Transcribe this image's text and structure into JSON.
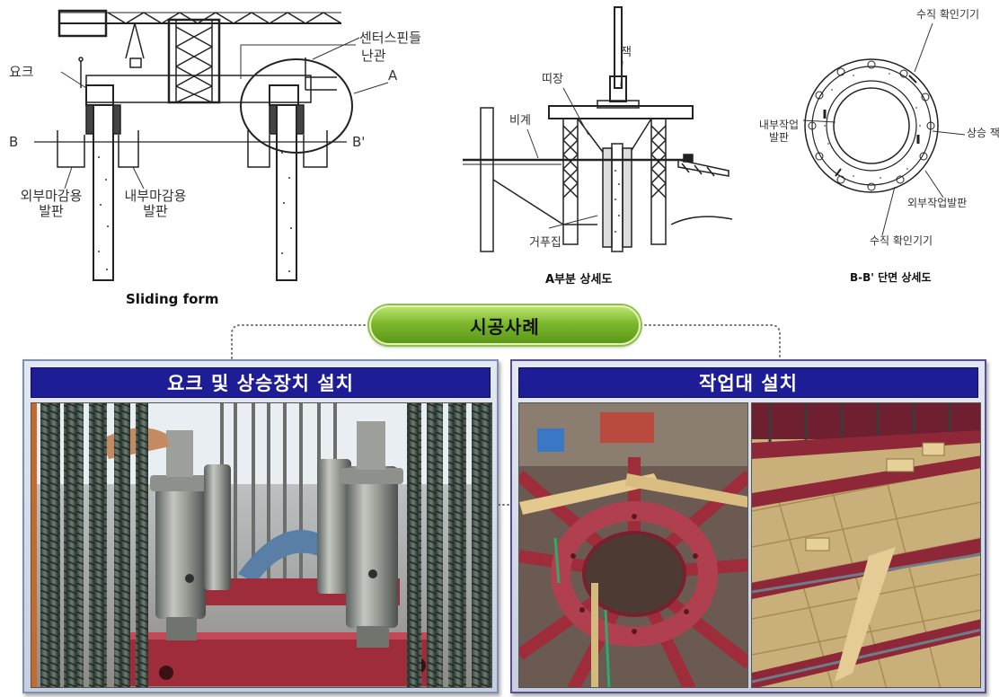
{
  "sliding_form": {
    "caption": "Sliding form",
    "labels": {
      "center_spindle": "센터스핀들",
      "handrail": "난관",
      "detail_a": "A",
      "yoke": "요크",
      "b_left": "B",
      "b_right": "B'",
      "outer_platform_line1": "외부마감용",
      "outer_platform_line2": "발판",
      "inner_platform_line1": "내부마감용",
      "inner_platform_line2": "발판"
    }
  },
  "detail_a": {
    "caption": "A부분 상세도",
    "labels": {
      "jack": "잭",
      "belt": "띠장",
      "scaffold": "비계",
      "formwork": "거푸집"
    }
  },
  "section_bb": {
    "caption": "B-B' 단면 상세도",
    "labels": {
      "vertical_check_top": "수직 확인기기",
      "inner_platform_line1": "내부작업",
      "inner_platform_line2": "발판",
      "lifting_jack": "상승 잭",
      "outer_platform": "외부작업발판",
      "vertical_check_bottom": "수직 확인기기"
    }
  },
  "case_title": "시공사례",
  "panels": [
    {
      "title": "요크 및 상승장치 설치"
    },
    {
      "title": "작업대 설치"
    }
  ],
  "colors": {
    "pill_green": "#7cb82c",
    "panel_header_navy": "#1f1d95",
    "form_steel_red": "#9e2c3a"
  }
}
